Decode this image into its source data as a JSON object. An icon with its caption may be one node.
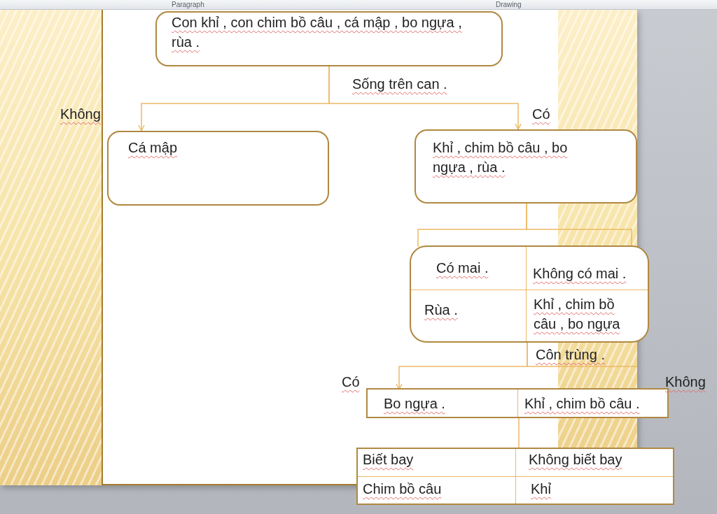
{
  "diagram": {
    "nodes": [
      {
        "text": [
          "Con khỉ , con chim bồ câu , cá mập , bo ngựa , rùa ."
        ]
      },
      {
        "text": [
          "Cá mập"
        ]
      },
      {
        "text": [
          "Khỉ , chim bồ câu , bo ngựa , rùa ."
        ]
      },
      {
        "text": [],
        "shape": "box"
      },
      {
        "text": [
          "Có mai ."
        ],
        "in": 3
      },
      {
        "text": [
          "Không có mai ."
        ],
        "in": 3
      },
      {
        "text": [
          "Rùa ."
        ],
        "in": 3
      },
      {
        "text": [
          "Khỉ , chim bồ câu , bo ngựa"
        ],
        "in": 3
      },
      {
        "text": [],
        "shape": "box"
      },
      {
        "text": [
          "Bo ngựa ."
        ],
        "in": 8
      },
      {
        "text": [
          "Khỉ , chim bồ câu ."
        ],
        "in": 8
      },
      {
        "text": [],
        "shape": "box"
      },
      {
        "text": [
          "Biết bay"
        ],
        "in": 11
      },
      {
        "text": [
          "Không biết bay"
        ],
        "in": 11
      },
      {
        "text": [
          "Chim bồ câu"
        ],
        "in": 11
      },
      {
        "text": [
          "Khỉ"
        ],
        "in": 11
      }
    ],
    "edges": [
      {
        "from": 0,
        "to": 1,
        "arrow": "to",
        "label": "Không"
      },
      {
        "from": 0,
        "to": 2,
        "arrow": "to",
        "label": "Có"
      },
      {
        "from": 2,
        "to": 4,
        "arrow": "none"
      },
      {
        "from": 2,
        "to": 5,
        "arrow": "none"
      },
      {
        "from": 7,
        "to": 9,
        "arrow": "to",
        "label": "Có"
      },
      {
        "from": 7,
        "to": null,
        "arrow": "none",
        "label": "Không"
      },
      {
        "from": 10,
        "to": 11,
        "arrow": "none"
      }
    ],
    "labels": [
      "Paragraph",
      "Drawing",
      "Sống trên can .",
      "Côn trùng ."
    ]
  }
}
